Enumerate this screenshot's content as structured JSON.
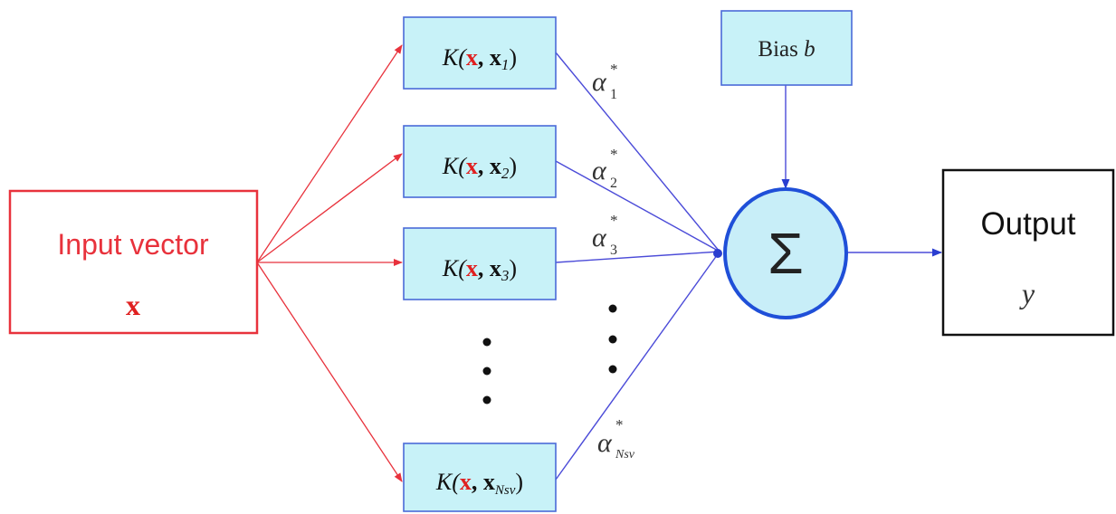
{
  "input": {
    "label": "Input vector",
    "symbol": "x"
  },
  "kernels": [
    {
      "func": "K(",
      "x": "x",
      "sep": ", ",
      "sv": "x",
      "sub": "1",
      "close": ")"
    },
    {
      "func": "K(",
      "x": "x",
      "sep": ", ",
      "sv": "x",
      "sub": "2",
      "close": ")"
    },
    {
      "func": "K(",
      "x": "x",
      "sep": ", ",
      "sv": "x",
      "sub": "3",
      "close": ")"
    },
    {
      "func": "K(",
      "x": "x",
      "sep": ", ",
      "sv": "x",
      "sub": "Nsv",
      "close": ")"
    }
  ],
  "weights": [
    {
      "symbol": "α",
      "sup": "*",
      "sub": "1"
    },
    {
      "symbol": "α",
      "sup": "*",
      "sub": "2"
    },
    {
      "symbol": "α",
      "sup": "*",
      "sub": "3"
    },
    {
      "symbol": "α",
      "sup": "*",
      "sub": "Nsv"
    }
  ],
  "bias": {
    "label": "Bias ",
    "symbol": "b"
  },
  "sum": {
    "symbol": "Σ"
  },
  "output": {
    "label": "Output",
    "symbol": "y"
  },
  "colors": {
    "input": "#e8323c",
    "kernel_fill": "#c8f2f8",
    "kernel_stroke": "#4a6ad8",
    "blue_line": "#4b4bd8",
    "sum_stroke": "#1f4fd8",
    "sum_fill": "#c8eef8",
    "output_stroke": "#111111",
    "highlight": "#e02020"
  }
}
